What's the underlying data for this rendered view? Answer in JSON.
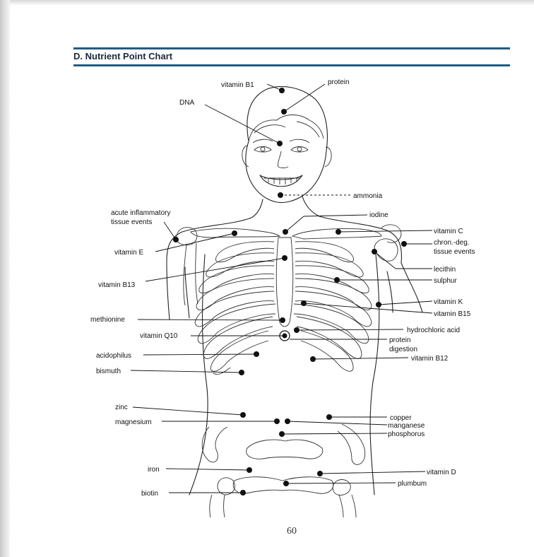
{
  "section": {
    "title": "D.  Nutrient Point Chart"
  },
  "page_number": "60",
  "colors": {
    "rule": "#1f5d86",
    "ink": "#111111"
  },
  "points": {
    "vitamin_b1": "vitamin B1",
    "protein": "protein",
    "dna": "DNA",
    "ammonia": "ammonia",
    "acute_inflammatory_1": "acute inflammatory",
    "acute_inflammatory_2": "tissue events",
    "iodine": "iodine",
    "vitamin_c": "vitamin C",
    "chron_deg_1": "chron.-deg.",
    "chron_deg_2": "tissue events",
    "vitamin_e": "vitamin E",
    "lecithin": "lecithin",
    "vitamin_b13": "vitamin B13",
    "sulphur": "sulphur",
    "vitamin_k": "vitamin K",
    "vitamin_b15": "vitamin B15",
    "methionine": "methionine",
    "hydrochloric_acid": "hydrochloric acid",
    "vitamin_q10": "vitamin Q10",
    "protein_digestion_1": "protein",
    "protein_digestion_2": "digestion",
    "acidophilus": "acidophilus",
    "vitamin_b12": "vitamin B12",
    "bismuth": "bismuth",
    "zinc": "zinc",
    "copper": "copper",
    "magnesium": "magnesium",
    "manganese": "manganese",
    "phosphorus": "phosphorus",
    "iron": "iron",
    "vitamin_d": "vitamin D",
    "plumbum": "plumbum",
    "biotin": "biotin"
  }
}
